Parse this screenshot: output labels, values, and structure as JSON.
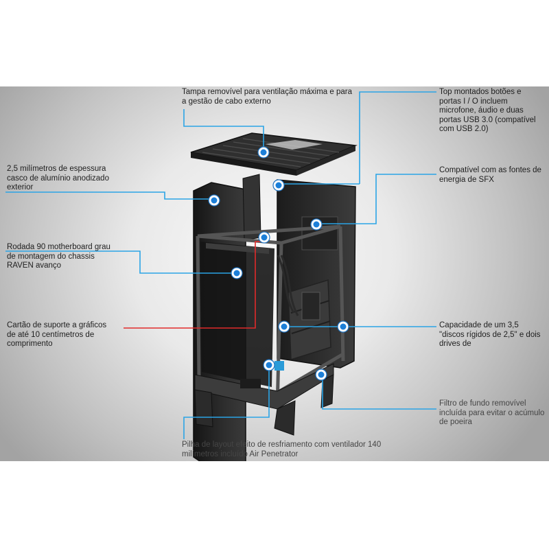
{
  "colors": {
    "leader_line": "#2aa4e6",
    "gpu_line": "#e12a2a",
    "dot_ring": "#ffffff",
    "dot_fill": "#1c7fd8",
    "case_body": "#2b2b2b",
    "case_frame": "#474747"
  },
  "callouts": {
    "top_cover": "Tampa removível para ventilação máxima e para\na gestão de cabo externo",
    "top_io": "Top montados botões e\nportas I / O incluem\nmicrofone, áudio e duas\nportas USB 3.0 (compatível\ncom USB 2.0)",
    "aluminum_shell": "2,5 milímetros de espessura\ncasco de alumínio anodizado\nexterior",
    "sfx_psu": "Compatível com as fontes de\nenergia de SFX",
    "motherboard_rotated": "Rodada 90 motherboard grau\nde montagem do chassis\nRAVEN avanço",
    "gpu_support": "Cartão de suporte a gráficos\nde até 10 centímetros de\ncomprimento",
    "drive_capacity": "Capacidade de um 3,5\n\"discos rígidos de 2,5\" e dois\ndrives de",
    "bottom_filter": "Filtro de fundo removível\nincluída para evitar o acúmulo\nde poeira",
    "fan_stack": "Pilha de layout efeito de resfriamento com ventilador 140\nmilímetros incluído Air Penetrator"
  }
}
